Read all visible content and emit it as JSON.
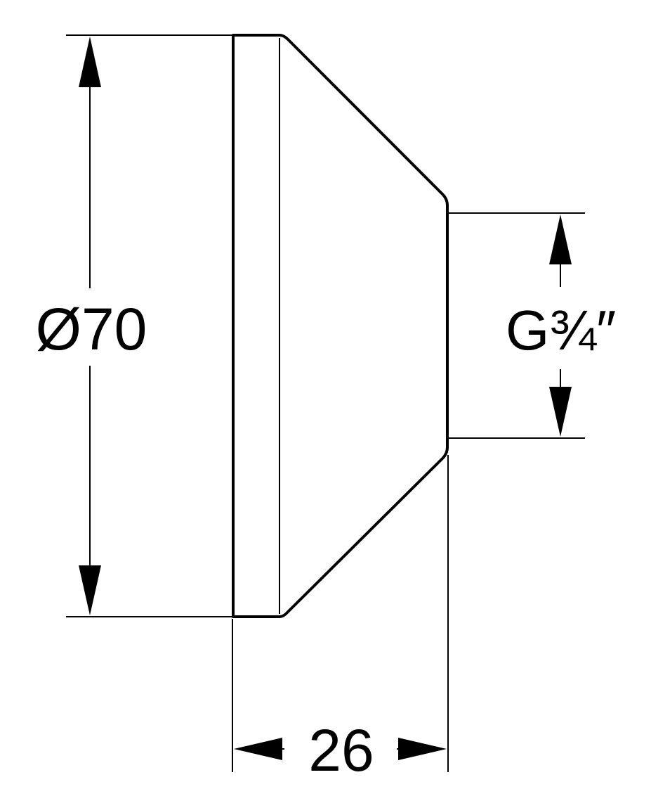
{
  "diagram": {
    "dimensions": {
      "diameter_label": "Ø70",
      "thread_label": "G",
      "thread_fraction": "¾",
      "thread_inch_mark": "″",
      "length_label": "26"
    }
  }
}
